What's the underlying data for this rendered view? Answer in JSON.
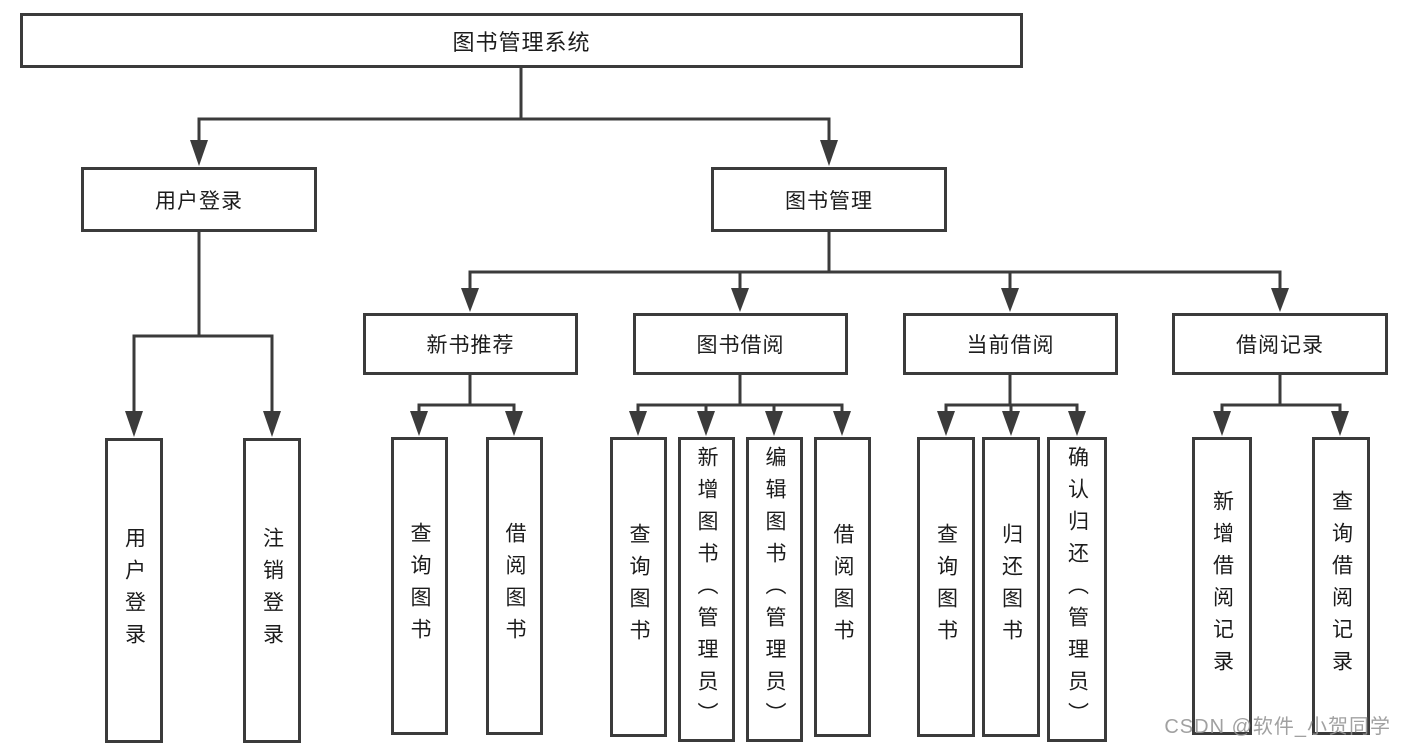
{
  "diagram": {
    "title": "图书管理系统",
    "level2": {
      "user_login": "用户登录",
      "book_mgmt": "图书管理"
    },
    "level3": {
      "new_book": "新书推荐",
      "book_borrow": "图书借阅",
      "current_borrow": "当前借阅",
      "borrow_record": "借阅记录"
    },
    "leaves": {
      "user_login": [
        "用户登录",
        "注销登录"
      ],
      "new_book": [
        "查询图书",
        "借阅图书"
      ],
      "book_borrow": [
        "查询图书",
        "新增图书（管理员）",
        "编辑图书（管理员）",
        "借阅图书"
      ],
      "current_borrow": [
        "查询图书",
        "归还图书",
        "确认归还（管理员）"
      ],
      "borrow_record": [
        "新增借阅记录",
        "查询借阅记录"
      ]
    },
    "watermark": "CSDN @软件_小贺同学",
    "colors": {
      "border": "#3b3b3b",
      "line": "#3b3b3b",
      "text": "#1c1c1c",
      "watermark": "#949494",
      "background": "#ffffff"
    }
  }
}
